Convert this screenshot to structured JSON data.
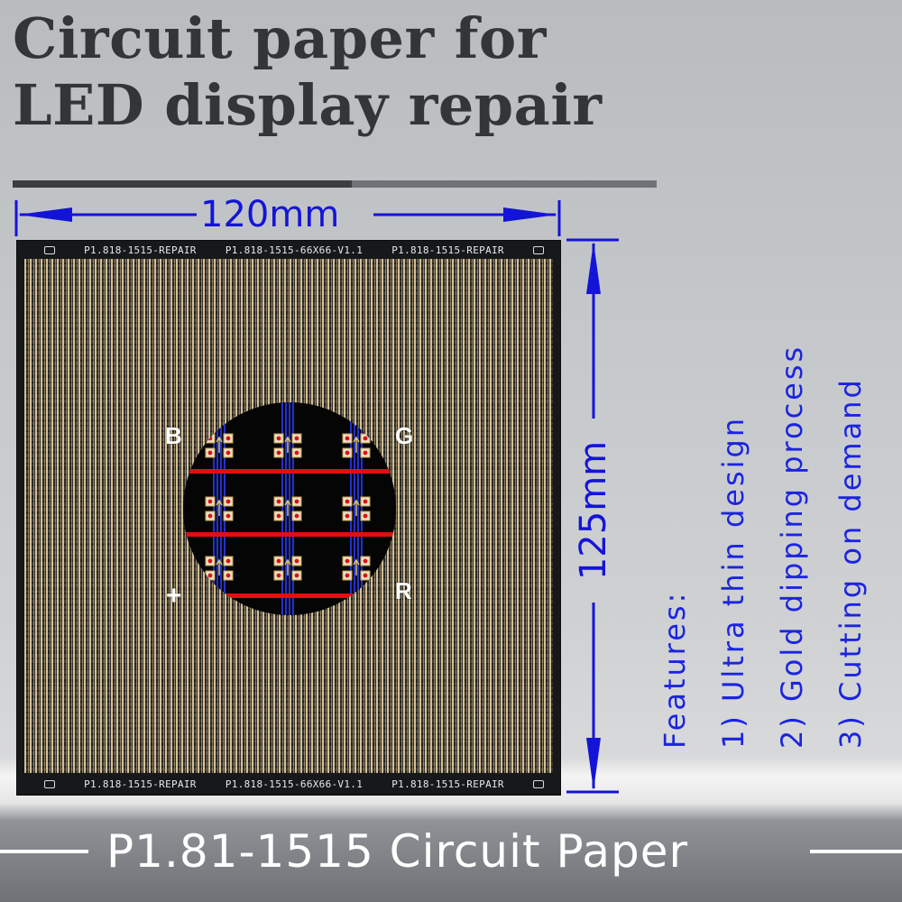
{
  "title": {
    "line1": "Circuit paper for",
    "line2": "LED display repair"
  },
  "dimensions": {
    "width": "120mm",
    "height": "125mm"
  },
  "board": {
    "top_labels": [
      "P1.818-1515-REPAIR",
      "P1.818-1515-66X66-V1.1",
      "P1.818-1515-REPAIR"
    ],
    "bottom_labels": [
      "P1.818-1515-REPAIR",
      "P1.818-1515-66X66-V1.1",
      "P1.818-1515-REPAIR"
    ]
  },
  "magnifier": {
    "labels": {
      "top_left": "B",
      "top_right": "G",
      "bottom_left": "+",
      "bottom_right": "R"
    }
  },
  "features": {
    "heading": "Features:",
    "items": [
      "1) Ultra thin design",
      "2) Gold dipping process",
      "3) Cutting on demand"
    ]
  },
  "footer": {
    "text": "P1.81-1515 Circuit Paper"
  },
  "colors": {
    "dimension_blue": "#1414d8",
    "trace_red": "#e01010",
    "trace_blue": "#2a3cff",
    "board_black": "#16181a"
  }
}
